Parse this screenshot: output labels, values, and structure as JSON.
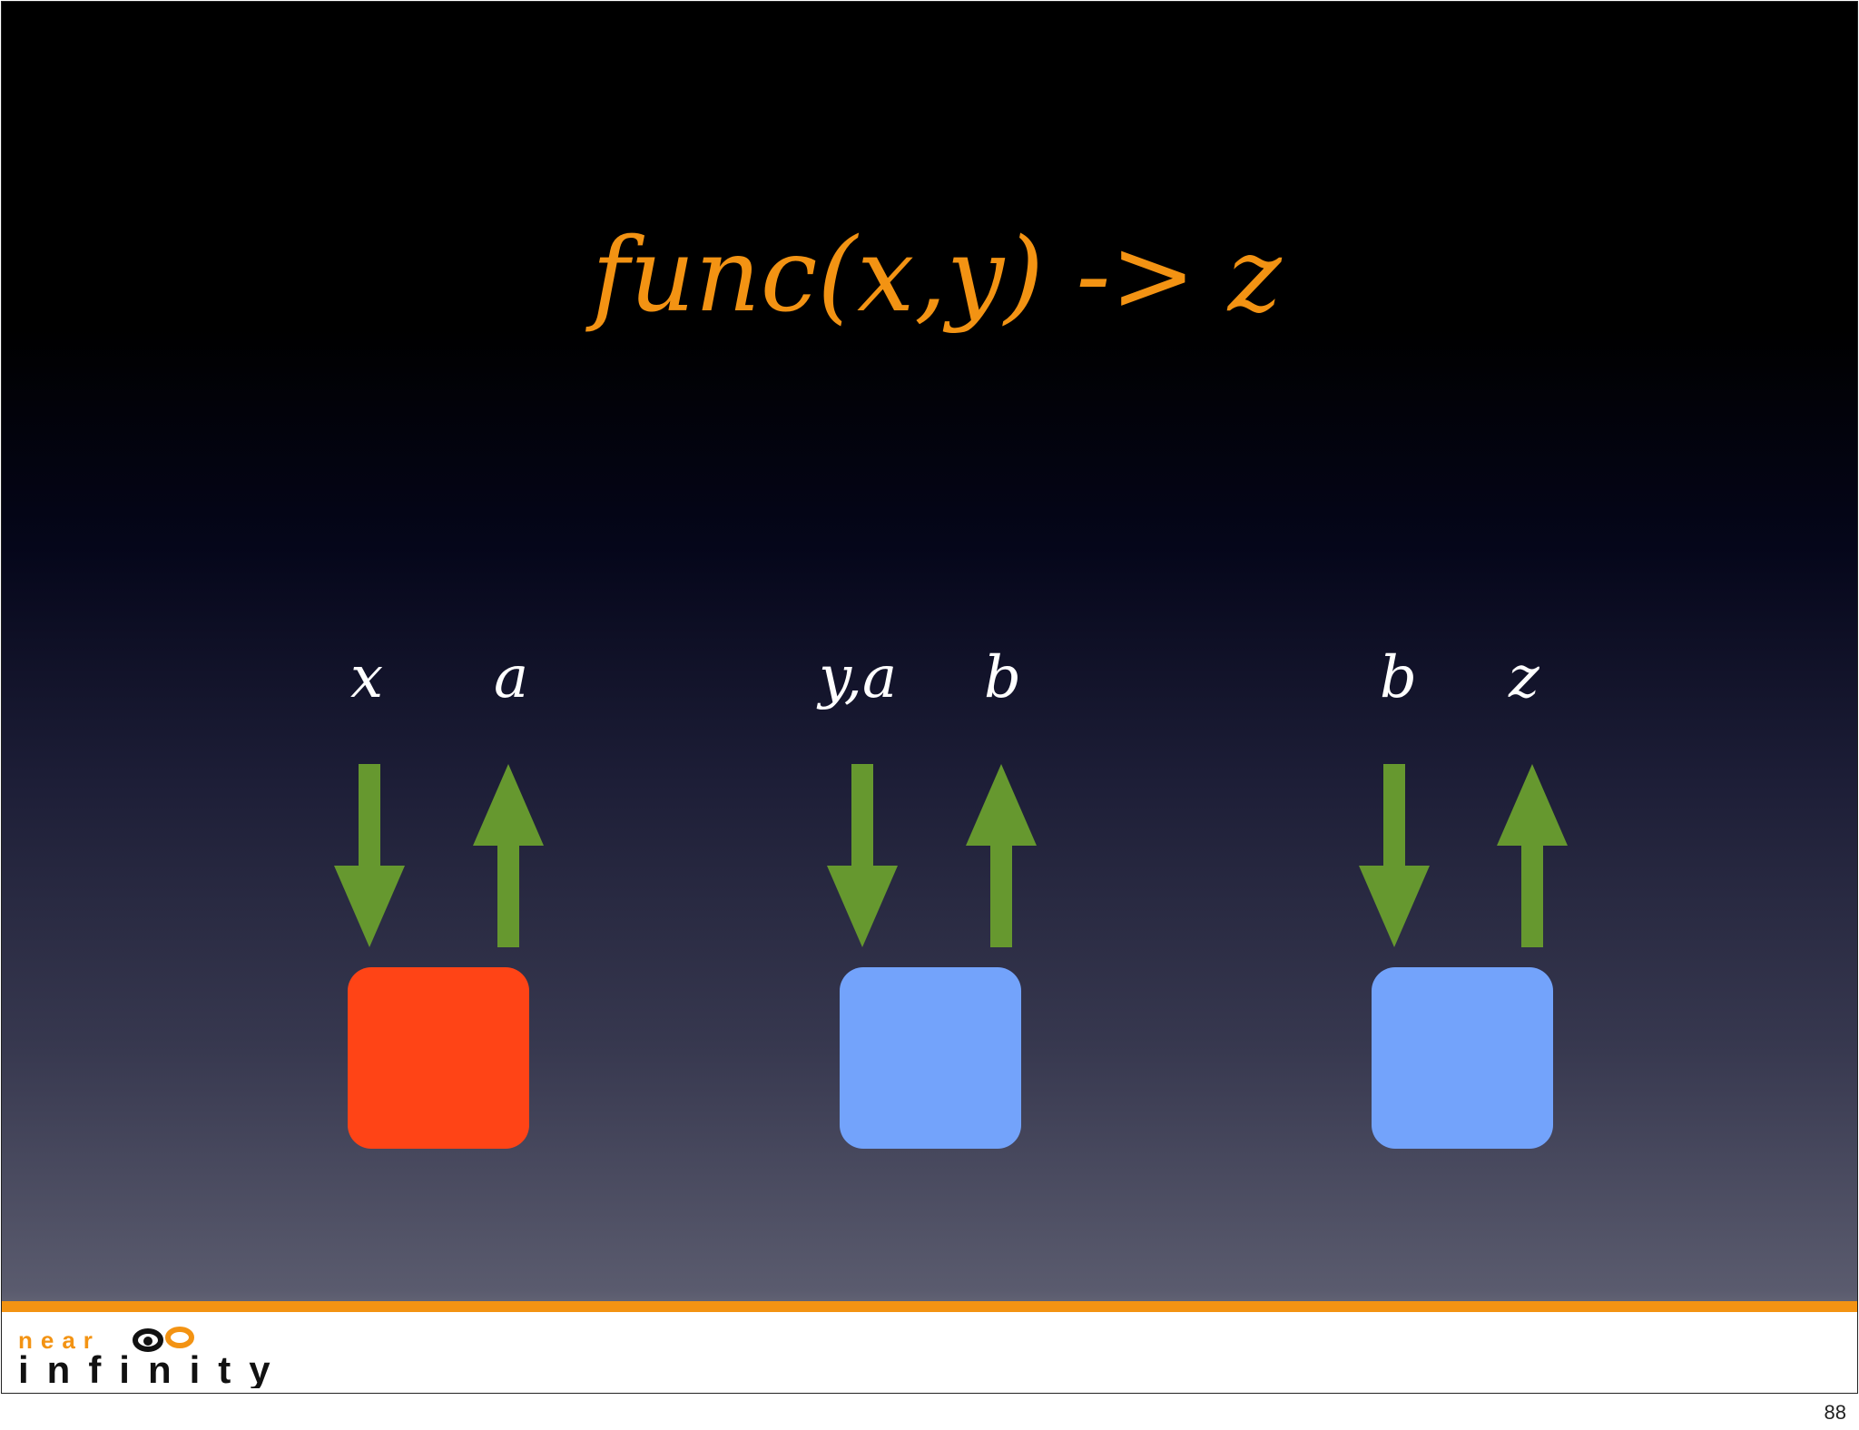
{
  "slide": {
    "title": "func(x,y) -> z",
    "colors": {
      "title": "#f39313",
      "labels": "#ffffff",
      "arrows": "#66982f",
      "footer_stripe": "#f39313"
    }
  },
  "stages": [
    {
      "input_label": "x",
      "output_label": "a",
      "box_color": "#ff4416"
    },
    {
      "input_label": "y,a",
      "output_label": "b",
      "box_color": "#73a3fb"
    },
    {
      "input_label": "b",
      "output_label": "z",
      "box_color": "#73a3fb"
    }
  ],
  "logo": {
    "line1": "near",
    "line2": "infinity"
  },
  "page_number": "88"
}
